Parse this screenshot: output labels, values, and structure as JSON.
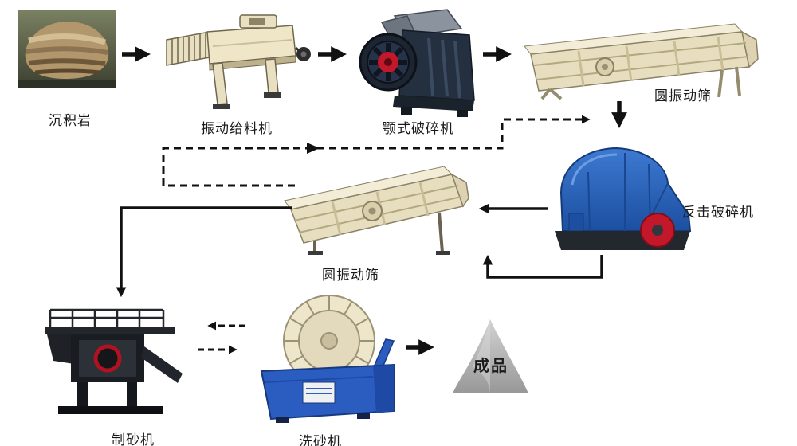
{
  "diagram": {
    "title": "sand-production-line-flowchart",
    "nodes": {
      "rock": {
        "label": "沉积岩"
      },
      "feeder": {
        "label": "振动给料机"
      },
      "jaw_crusher": {
        "label": "颚式破碎机"
      },
      "screen_top": {
        "label": "圆振动筛"
      },
      "impact_crusher": {
        "label": "反击破碎机"
      },
      "screen_middle": {
        "label": "圆振动筛"
      },
      "sand_maker": {
        "label": "制砂机"
      },
      "sand_washer": {
        "label": "洗砂机"
      },
      "product": {
        "label": "成品"
      }
    },
    "edges": [
      {
        "from": "rock",
        "to": "feeder",
        "style": "solid"
      },
      {
        "from": "feeder",
        "to": "jaw_crusher",
        "style": "solid"
      },
      {
        "from": "jaw_crusher",
        "to": "screen_top",
        "style": "solid"
      },
      {
        "from": "screen_top",
        "to": "impact_crusher",
        "style": "solid"
      },
      {
        "from": "impact_crusher",
        "to": "screen_middle",
        "style": "solid"
      },
      {
        "from": "screen_middle",
        "to": "sand_maker",
        "style": "solid"
      },
      {
        "from": "screen_middle",
        "to": "impact_crusher",
        "style": "solid-return"
      },
      {
        "from": "screen_middle",
        "to": "impact_crusher",
        "style": "dashed-return"
      },
      {
        "from": "sand_maker",
        "to": "sand_washer",
        "style": "dashed-two-way"
      },
      {
        "from": "sand_washer",
        "to": "product",
        "style": "solid"
      }
    ],
    "colors": {
      "arrow": "#111111",
      "machine_cream": "#e7debf",
      "machine_blue": "#2b5cc0",
      "machine_dark": "#1d2430",
      "accent_red": "#c3172a",
      "product_gray": "#b3b3b3",
      "background": "#ffffff"
    }
  }
}
